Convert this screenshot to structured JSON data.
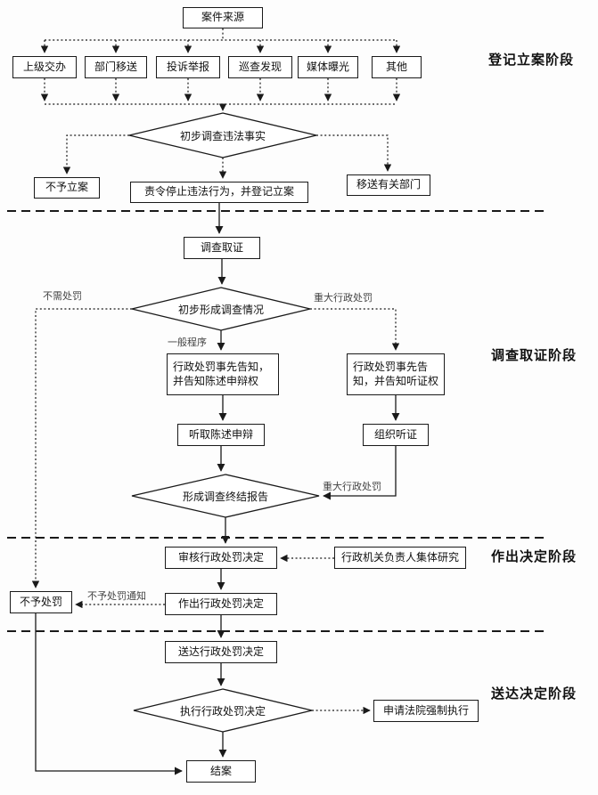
{
  "nodes": {
    "case_source": "案件来源",
    "superior": "上级交办",
    "dept_transfer": "部门移送",
    "complaint": "投诉举报",
    "inspection": "巡查发现",
    "media": "媒体曝光",
    "other": "其他",
    "d1": "初步调查违法事实",
    "no_filing": "不予立案",
    "order_stop": "责令停止违法行为，并登记立案",
    "transfer_dept": "移送有关部门",
    "investigate": "调查取证",
    "d2": "初步形成调查情况",
    "notice_defense": "行政处罚事先告知，并告知陈述申辩权",
    "notice_hearing": "行政处罚事先告知，并告知听证权",
    "listen_defense": "听取陈述申辩",
    "organize_hearing": "组织听证",
    "d3": "形成调查终结报告",
    "review": "审核行政处罚决定",
    "collective_study": "行政机关负责人集体研究",
    "no_penalty": "不予处罚",
    "make_decision": "作出行政处罚决定",
    "deliver_decision": "送达行政处罚决定",
    "d4": "执行行政处罚决定",
    "court_enforce": "申请法院强制执行",
    "close_case": "结案"
  },
  "edge_labels": {
    "no_penalty_needed": "不需处罚",
    "major_penalty_1": "重大行政处罚",
    "general_procedure": "一般程序",
    "major_penalty_2": "重大行政处罚",
    "no_penalty_notice": "不予处罚通知"
  },
  "stage_labels": {
    "filing": "登记立案阶段",
    "investigation": "调查取证阶段",
    "decision": "作出决定阶段",
    "delivery": "送达决定阶段"
  },
  "colors": {
    "line": "#1a1a1a",
    "background": "#fdfdfd"
  }
}
